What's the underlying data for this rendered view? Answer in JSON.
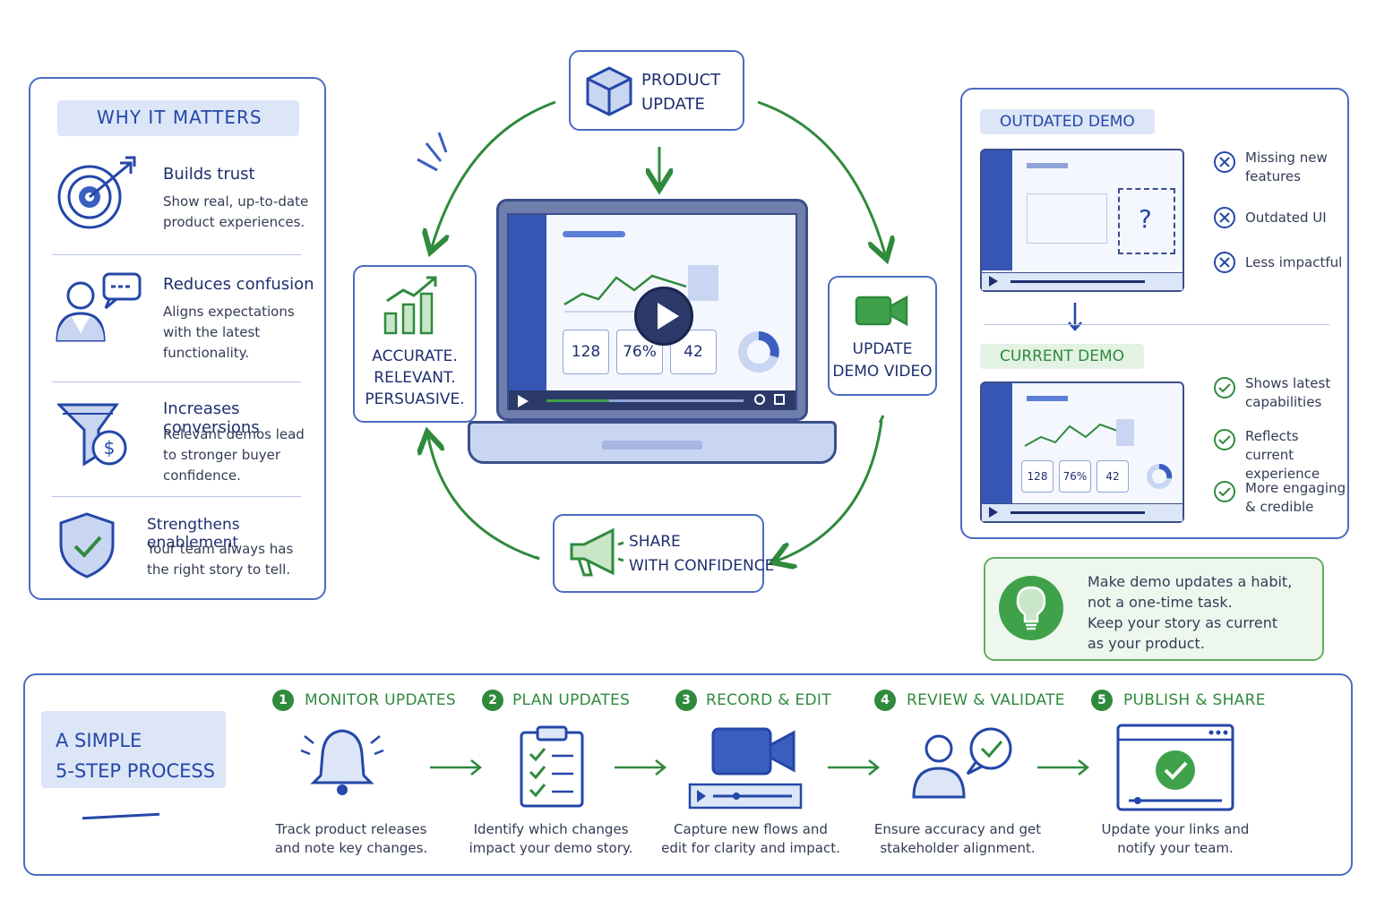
{
  "why_it_matters": {
    "heading": "WHY IT MATTERS",
    "items": [
      {
        "title": "Builds trust",
        "desc": "Show real, up-to-date\nproduct experiences.",
        "icon": "target-icon"
      },
      {
        "title": "Reduces confusion",
        "desc": "Aligns expectations\nwith the latest\nfunctionality.",
        "icon": "person-chat-icon"
      },
      {
        "title": "Increases conversions",
        "desc": "Relevant demos lead\nto stronger buyer\nconfidence.",
        "icon": "funnel-dollar-icon"
      },
      {
        "title": "Strengthens enablement",
        "desc": "Your team always has\nthe right story to tell.",
        "icon": "shield-check-icon"
      }
    ]
  },
  "cycle": {
    "product_update": "PRODUCT\nUPDATE",
    "update_demo_video": "UPDATE\nDEMO VIDEO",
    "share": "SHARE\nWITH CONFIDENCE",
    "accurate": "ACCURATE.\nRELEVANT.\nPERSUASIVE.",
    "laptop_stats": [
      "128",
      "76%",
      "42"
    ]
  },
  "comparison": {
    "outdated_label": "OUTDATED DEMO",
    "outdated_points": [
      "Missing new\nfeatures",
      "Outdated UI",
      "Less impactful"
    ],
    "outdated_placeholder": "?",
    "current_label": "CURRENT DEMO",
    "current_points": [
      "Shows latest\ncapabilities",
      "Reflects current\nexperience",
      "More engaging\n& credible"
    ],
    "current_stats": [
      "128",
      "76%",
      "42"
    ]
  },
  "tip": {
    "text": "Make demo updates a habit,\nnot a one-time task.\nKeep your story as current\nas your product."
  },
  "process": {
    "heading": "A SIMPLE\n5-STEP PROCESS",
    "steps": [
      {
        "num": "1",
        "title": "MONITOR UPDATES",
        "desc": "Track product releases\nand note key changes.",
        "icon": "bell-icon"
      },
      {
        "num": "2",
        "title": "PLAN UPDATES",
        "desc": "Identify which changes\nimpact your demo story.",
        "icon": "clipboard-checklist-icon"
      },
      {
        "num": "3",
        "title": "RECORD & EDIT",
        "desc": "Capture new flows and\nedit for clarity and impact.",
        "icon": "video-camera-icon"
      },
      {
        "num": "4",
        "title": "REVIEW & VALIDATE",
        "desc": "Ensure accuracy and get\nstakeholder alignment.",
        "icon": "person-check-icon"
      },
      {
        "num": "5",
        "title": "PUBLISH & SHARE",
        "desc": "Update your links and\nnotify your team.",
        "icon": "browser-check-icon"
      }
    ]
  },
  "colors": {
    "primary_blue": "#2447a8",
    "accent_green": "#2f8a3c",
    "light_blue": "#dce6f7",
    "light_green": "#e3f2e3"
  }
}
